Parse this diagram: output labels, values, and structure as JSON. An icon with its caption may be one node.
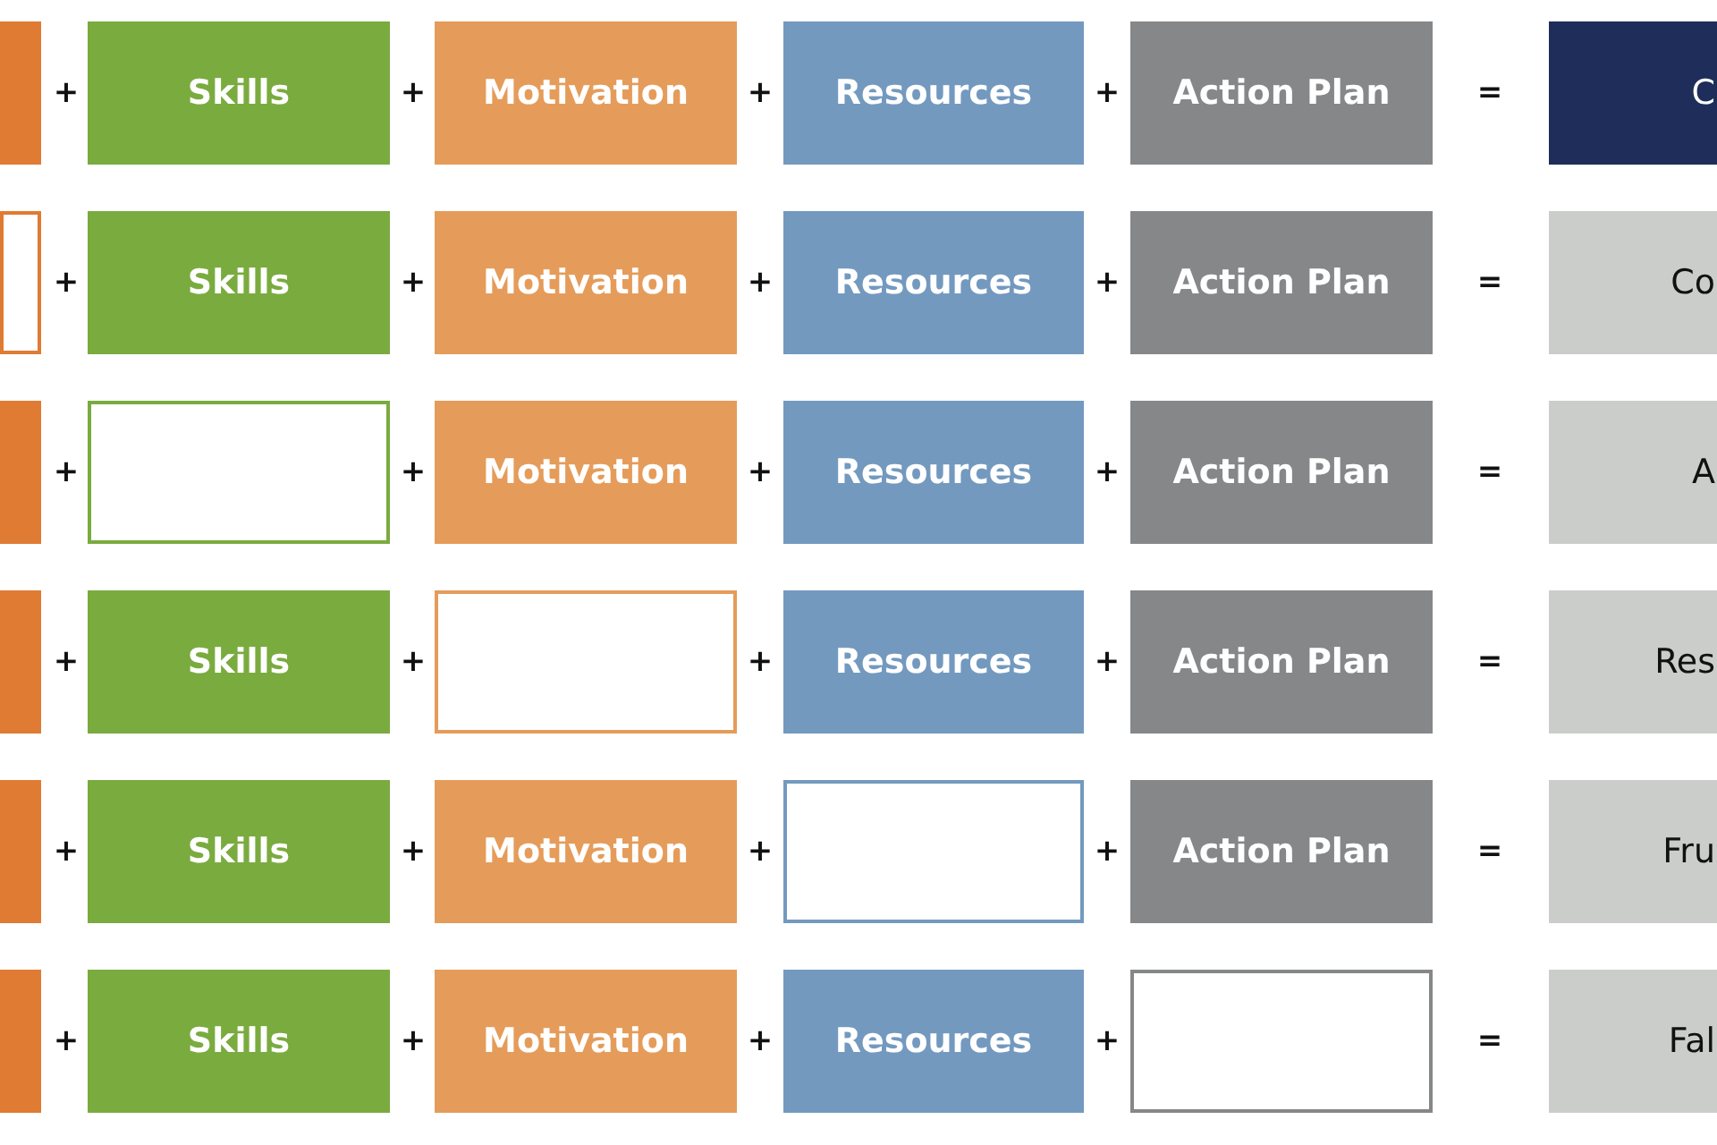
{
  "diagram": {
    "nodes": [
      {
        "text": [],
        "shape": "box"
      },
      {
        "text": [
          "Skills"
        ]
      },
      {
        "text": [
          "Motivation"
        ]
      },
      {
        "text": [
          "Resources"
        ]
      },
      {
        "text": [
          "Action Plan"
        ]
      },
      {
        "text": [
          "C"
        ]
      },
      {
        "text": [],
        "shape": "box"
      },
      {
        "text": [
          "Skills"
        ]
      },
      {
        "text": [
          "Motivation"
        ]
      },
      {
        "text": [
          "Resources"
        ]
      },
      {
        "text": [
          "Action Plan"
        ]
      },
      {
        "text": [
          "Co"
        ]
      },
      {
        "text": [],
        "shape": "box"
      },
      {
        "text": [],
        "shape": "box"
      },
      {
        "text": [
          "Motivation"
        ]
      },
      {
        "text": [
          "Resources"
        ]
      },
      {
        "text": [
          "Action Plan"
        ]
      },
      {
        "text": [
          "A"
        ]
      },
      {
        "text": [],
        "shape": "box"
      },
      {
        "text": [
          "Skills"
        ]
      },
      {
        "text": [],
        "shape": "box"
      },
      {
        "text": [
          "Resources"
        ]
      },
      {
        "text": [
          "Action Plan"
        ]
      },
      {
        "text": [
          "Res"
        ]
      },
      {
        "text": [],
        "shape": "box"
      },
      {
        "text": [
          "Skills"
        ]
      },
      {
        "text": [
          "Motivation"
        ]
      },
      {
        "text": [],
        "shape": "box"
      },
      {
        "text": [
          "Action Plan"
        ]
      },
      {
        "text": [
          "Fru"
        ]
      },
      {
        "text": [],
        "shape": "box"
      },
      {
        "text": [
          "Skills"
        ]
      },
      {
        "text": [
          "Motivation"
        ]
      },
      {
        "text": [
          "Resources"
        ]
      },
      {
        "text": [],
        "shape": "box"
      },
      {
        "text": [
          "Fal"
        ]
      }
    ],
    "labels": [
      "+",
      "+",
      "+",
      "+",
      "=",
      "+",
      "+",
      "+",
      "+",
      "=",
      "+",
      "+",
      "+",
      "+",
      "=",
      "+",
      "+",
      "+",
      "+",
      "=",
      "+",
      "+",
      "+",
      "+",
      "=",
      "+",
      "+",
      "+",
      "+",
      "="
    ]
  }
}
